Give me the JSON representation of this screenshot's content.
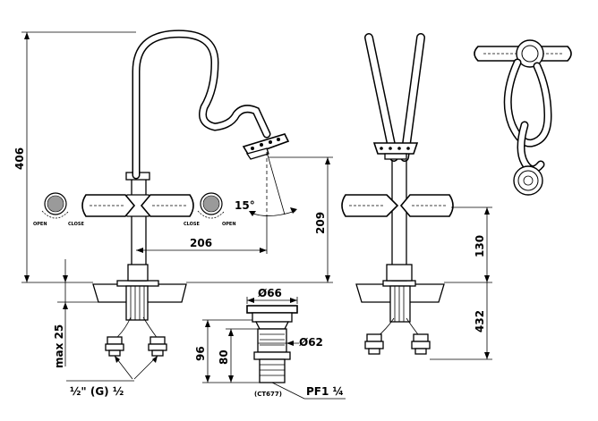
{
  "dimensions": {
    "total_height": "406",
    "spout_reach": "206",
    "spout_height": "209",
    "rotation_angle": "15°",
    "handle_height": "130",
    "below_deck": "432",
    "max_deck": "max 25",
    "waste_top_dia": "Ø66",
    "waste_body_dia": "Ø62",
    "waste_height": "96",
    "waste_inner_height": "80",
    "supply_thread": "½\" (G) ½",
    "waste_thread": "PF1 ¼",
    "waste_code": "(CT677)"
  },
  "handle_labels": {
    "left_open": "OPEN",
    "left_close": "CLOSE",
    "right_close": "CLOSE",
    "right_open": "OPEN"
  }
}
